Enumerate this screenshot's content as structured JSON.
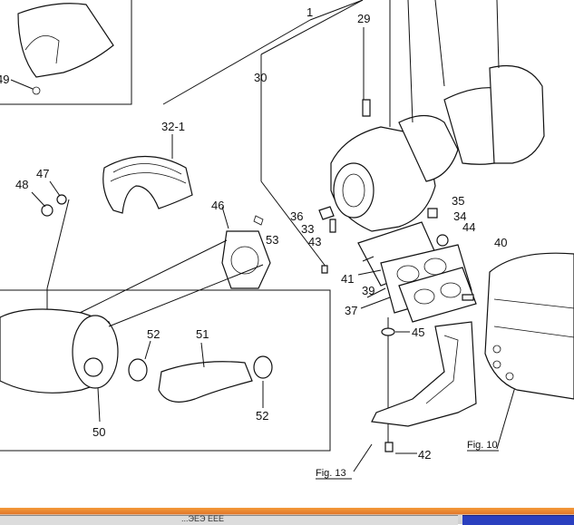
{
  "labels": {
    "l1": "1",
    "l29": "29",
    "l30": "30",
    "l32_1": "32-1",
    "l47": "47",
    "l48": "48",
    "l49": "49",
    "l46": "46",
    "l53": "53",
    "l36": "36",
    "l33": "33",
    "l43": "43",
    "l35": "35",
    "l34": "34",
    "l44": "44",
    "l40": "40",
    "l41": "41",
    "l39": "39",
    "l37": "37",
    "l45": "45",
    "l52a": "52",
    "l51": "51",
    "l52b": "52",
    "l50": "50",
    "l42": "42"
  },
  "figure_refs": {
    "fig13": "Fig. 13",
    "fig10": "Fig. 10"
  },
  "taskbar": {
    "app_label": "...ЭЕЭ ЕЕЕ"
  },
  "colors": {
    "taskbar_orange": "#e0772a",
    "taskbar_active": "#2a3fbf"
  }
}
